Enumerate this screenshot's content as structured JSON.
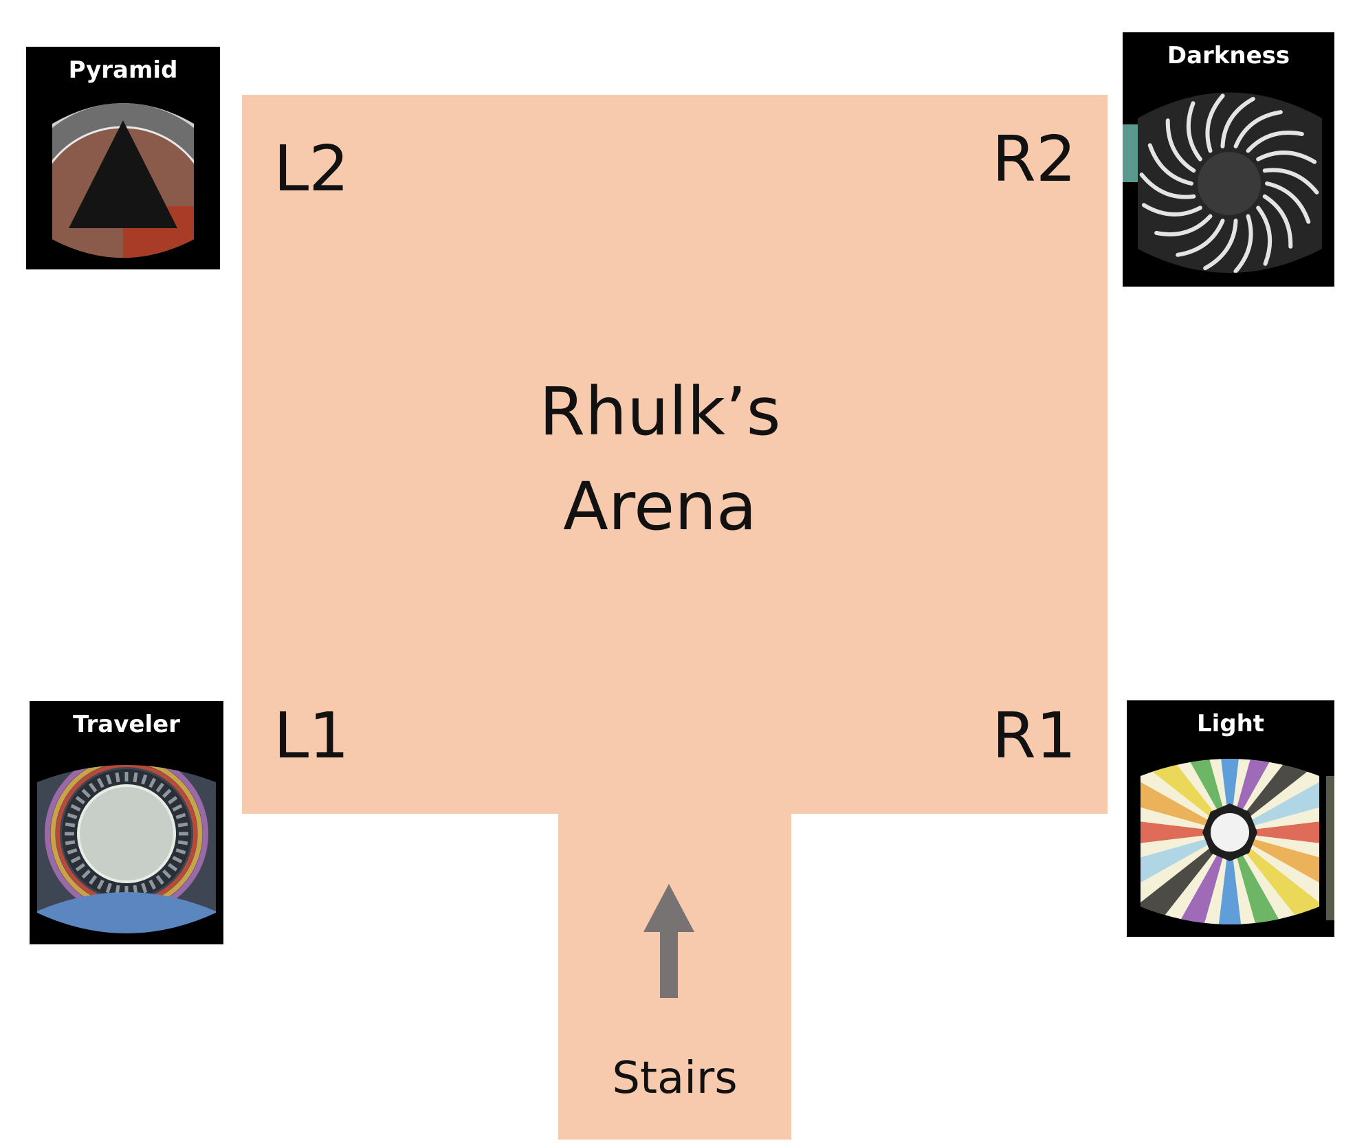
{
  "arena": {
    "title_line1": "Rhulk’s",
    "title_line2": "Arena",
    "stairs_label": "Stairs"
  },
  "corners": {
    "l2": "L2",
    "r2": "R2",
    "l1": "L1",
    "r1": "R1"
  },
  "symbols": {
    "pyramid": "Pyramid",
    "darkness": "Darkness",
    "traveler": "Traveler",
    "light": "Light"
  },
  "colors": {
    "arena_fill": "#f7c9ad",
    "arrow": "#777373",
    "card_bg": "#000000"
  }
}
